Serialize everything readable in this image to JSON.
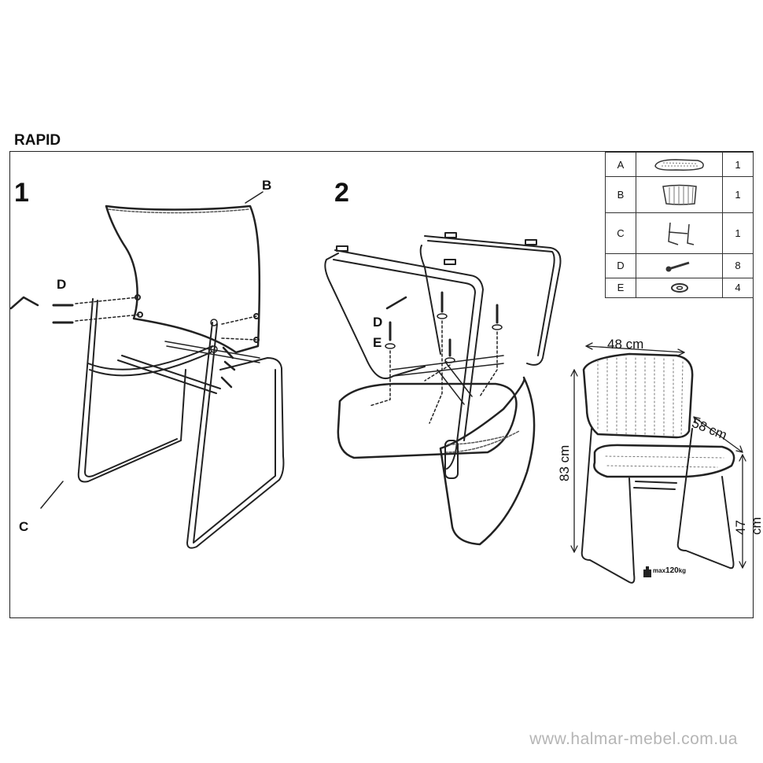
{
  "title": "RAPID",
  "steps": [
    "1",
    "2"
  ],
  "callouts": {
    "step1_back": "B",
    "step1_frame": "C",
    "step1_screw": "D",
    "step2_screw": "D",
    "step2_washer": "E"
  },
  "parts_list": [
    {
      "letter": "A",
      "icon": "seat-cushion-icon",
      "qty": "1"
    },
    {
      "letter": "B",
      "icon": "backrest-icon",
      "qty": "1"
    },
    {
      "letter": "C",
      "icon": "frame-icon",
      "qty": "1"
    },
    {
      "letter": "D",
      "icon": "screw-icon",
      "qty": "8"
    },
    {
      "letter": "E",
      "icon": "washer-icon",
      "qty": "4"
    }
  ],
  "dimensions": {
    "width": "48 cm",
    "depth": "58 cm",
    "height": "83 cm",
    "seat_height": "47 cm",
    "max_load_prefix": "max",
    "max_load": "120",
    "max_load_unit": "kg"
  },
  "footer": "www.halmar-mebel.com.ua"
}
